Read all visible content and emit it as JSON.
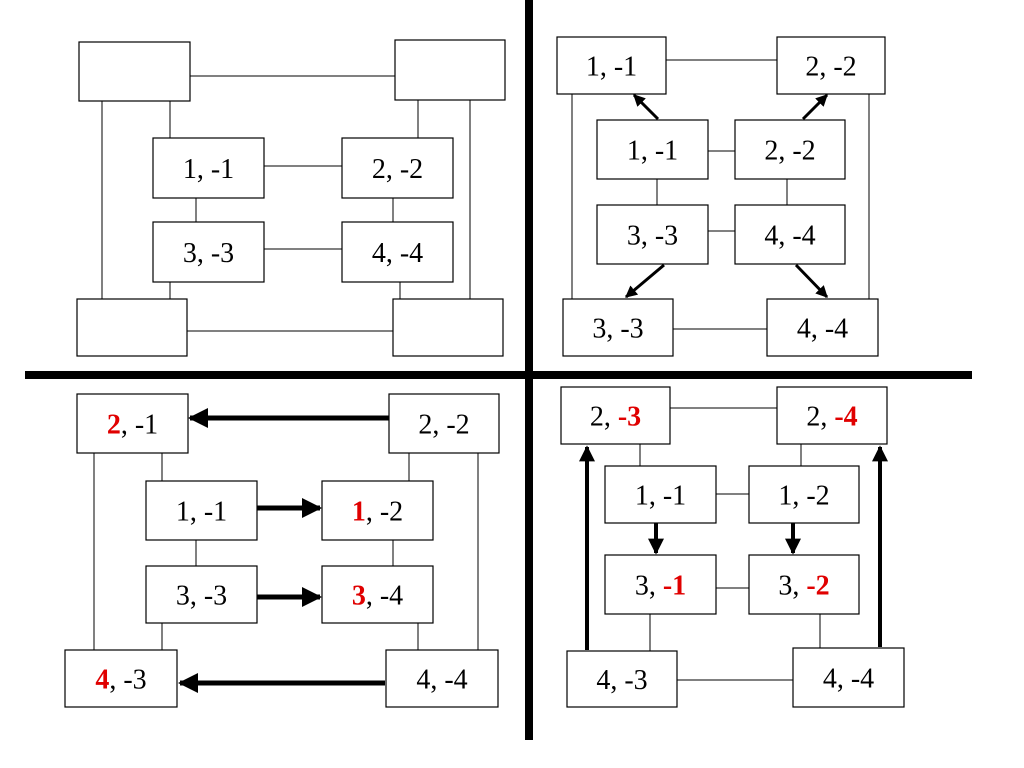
{
  "colors": {
    "background": "#ffffff",
    "line": "#000000",
    "highlight": "#e00000"
  },
  "panels": [
    {
      "name": "top-left",
      "outer_labels": [
        {
          "pre": "",
          "hl": "",
          "post": ""
        },
        {
          "pre": "",
          "hl": "",
          "post": ""
        },
        {
          "pre": "",
          "hl": "",
          "post": ""
        },
        {
          "pre": "",
          "hl": "",
          "post": ""
        }
      ],
      "inner_labels": [
        {
          "pre": "1, -1",
          "hl": "",
          "post": ""
        },
        {
          "pre": "2, -2",
          "hl": "",
          "post": ""
        },
        {
          "pre": "3, -3",
          "hl": "",
          "post": ""
        },
        {
          "pre": "4, -4",
          "hl": "",
          "post": ""
        }
      ]
    },
    {
      "name": "top-right",
      "outer_labels": [
        {
          "pre": "1, -1",
          "hl": "",
          "post": ""
        },
        {
          "pre": "2, -2",
          "hl": "",
          "post": ""
        },
        {
          "pre": "3, -3",
          "hl": "",
          "post": ""
        },
        {
          "pre": "4, -4",
          "hl": "",
          "post": ""
        }
      ],
      "inner_labels": [
        {
          "pre": "1, -1",
          "hl": "",
          "post": ""
        },
        {
          "pre": "2, -2",
          "hl": "",
          "post": ""
        },
        {
          "pre": "3, -3",
          "hl": "",
          "post": ""
        },
        {
          "pre": "4, -4",
          "hl": "",
          "post": ""
        }
      ]
    },
    {
      "name": "bottom-left",
      "outer_labels": [
        {
          "pre": "",
          "hl": "2",
          "post": ", -1"
        },
        {
          "pre": "2, -2",
          "hl": "",
          "post": ""
        },
        {
          "pre": "",
          "hl": "4",
          "post": ", -3"
        },
        {
          "pre": "4, -4",
          "hl": "",
          "post": ""
        }
      ],
      "inner_labels": [
        {
          "pre": "1, -1",
          "hl": "",
          "post": ""
        },
        {
          "pre": "",
          "hl": "1",
          "post": ", -2"
        },
        {
          "pre": "3, -3",
          "hl": "",
          "post": ""
        },
        {
          "pre": "",
          "hl": "3",
          "post": ", -4"
        }
      ]
    },
    {
      "name": "bottom-right",
      "outer_labels": [
        {
          "pre": "2, ",
          "hl": "-3",
          "post": ""
        },
        {
          "pre": "2, ",
          "hl": "-4",
          "post": ""
        },
        {
          "pre": "4, -3",
          "hl": "",
          "post": ""
        },
        {
          "pre": "4, -4",
          "hl": "",
          "post": ""
        }
      ],
      "inner_labels": [
        {
          "pre": "1, -1",
          "hl": "",
          "post": ""
        },
        {
          "pre": "1, -2",
          "hl": "",
          "post": ""
        },
        {
          "pre": "3, ",
          "hl": "-1",
          "post": ""
        },
        {
          "pre": "3, ",
          "hl": "-2",
          "post": ""
        }
      ]
    }
  ]
}
